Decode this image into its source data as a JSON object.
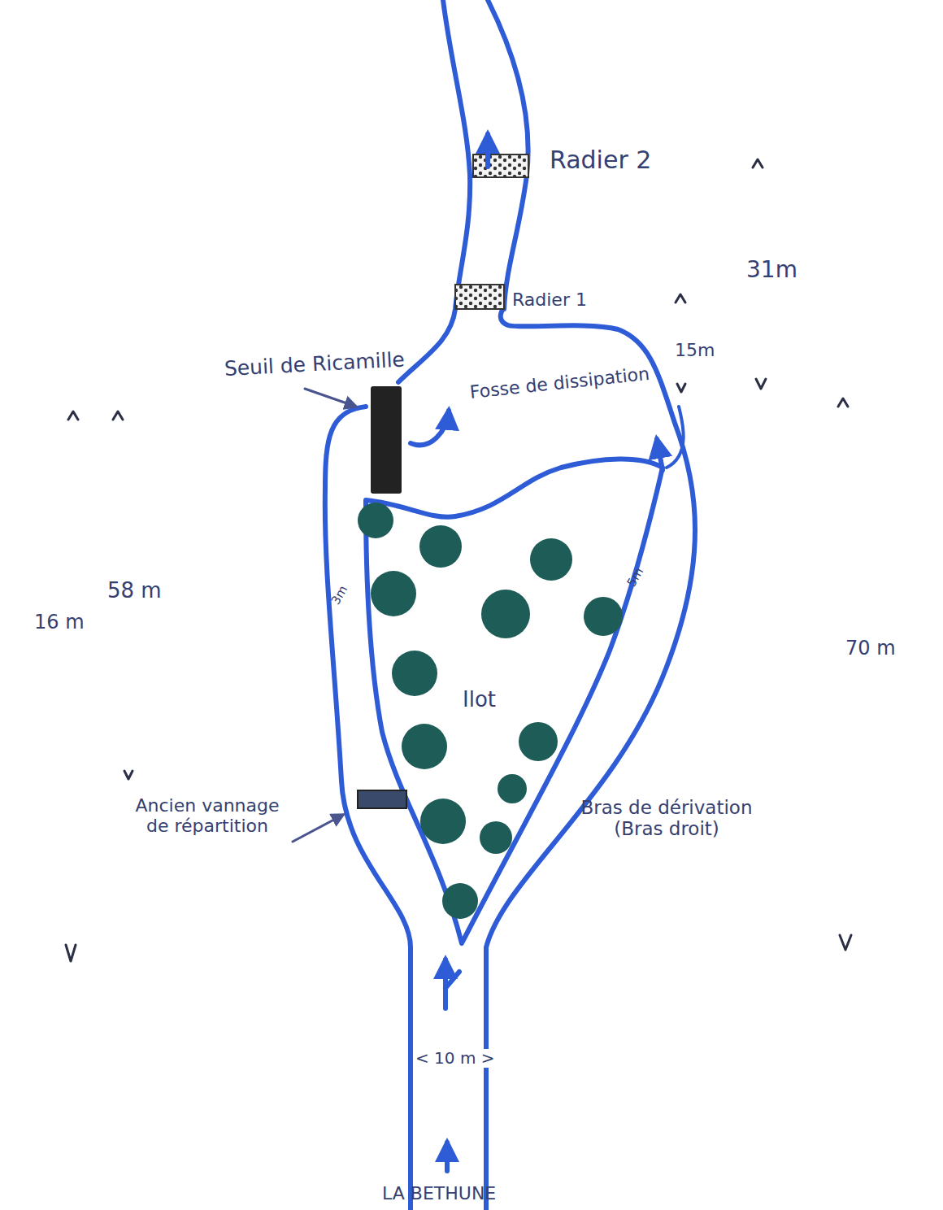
{
  "diagram": {
    "labels": [
      "Radier 2",
      "31m",
      "Radier 1",
      "15m",
      "Seuil de Ricamille",
      "Fosse de dissipation",
      "58 m",
      "16 m",
      "3m",
      "5m",
      "Ilot",
      "70 m",
      "Ancien vannage de répartition",
      "Bras de dérivation (Bras droit)",
      "< 10 m >",
      "LA BETHUNE"
    ]
  }
}
